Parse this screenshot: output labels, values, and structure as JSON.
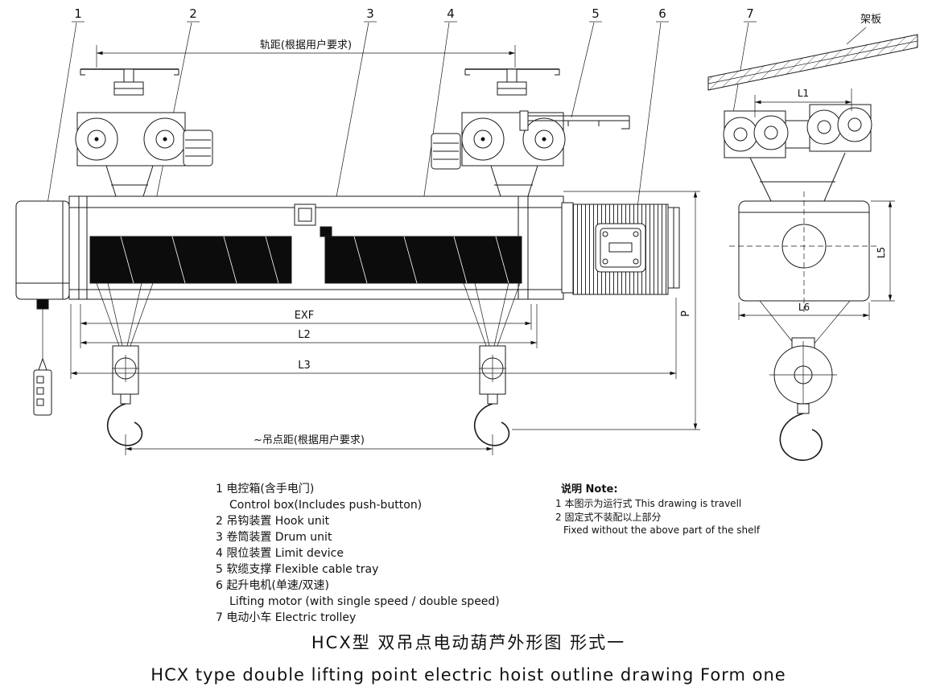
{
  "title": {
    "cn": "HCX型  双吊点电动葫芦外形图  形式一",
    "en": "HCX type double lifting point electric hoist outline drawing  Form one"
  },
  "callouts": [
    "1",
    "2",
    "3",
    "4",
    "5",
    "6",
    "7"
  ],
  "labels": {
    "shelf": "架板"
  },
  "dims": {
    "rail_gauge": "轨距(根据用户要求)",
    "exf": "EXF",
    "l2": "L2",
    "l3": "L3",
    "hook_gauge": "~吊点距(根据用户要求)",
    "p": "P",
    "l1": "L1",
    "l5": "L5",
    "l6": "L6"
  },
  "legend": {
    "lines": [
      "1  电控箱(含手电门)",
      "Control box(Includes push-button)",
      "2  吊钩装置 Hook unit",
      "3  卷筒装置 Drum unit",
      "4  限位装置 Limit device",
      "5  软缆支撑 Flexible cable tray",
      "6  起升电机(单速/双速)",
      "Lifting motor (with single speed / double speed)",
      "7  电动小车 Electric trolley"
    ]
  },
  "notes": {
    "header": "说明 Note:",
    "line1": "1 本图示为运行式 This drawing is travell",
    "line2": "2 固定式不装配以上部分",
    "line3": "Fixed without the above part of the shelf"
  }
}
